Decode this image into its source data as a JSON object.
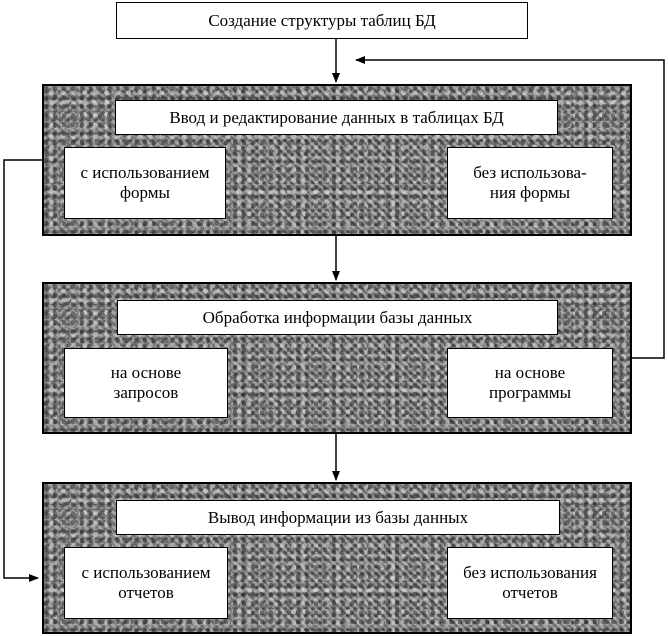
{
  "top": {
    "label": "Создание структуры таблиц БД"
  },
  "stage1": {
    "title": "Ввод и редактирование данных в таблицах БД",
    "left": [
      "с использованием",
      "формы"
    ],
    "right": [
      "без использова-",
      "ния формы"
    ]
  },
  "stage2": {
    "title": "Обработка информации базы данных",
    "left": [
      "на основе",
      "запросов"
    ],
    "right": [
      "на основе",
      "программы"
    ]
  },
  "stage3": {
    "title": "Вывод информации из базы данных",
    "left": [
      "с использованием",
      "отчетов"
    ],
    "right": [
      "без использования",
      "отчетов"
    ]
  }
}
